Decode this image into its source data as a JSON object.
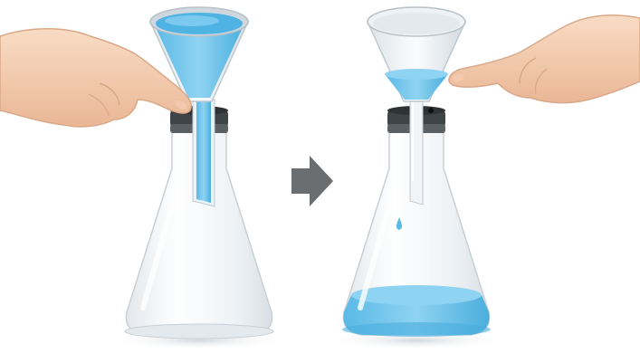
{
  "diagram": {
    "panels": [
      {
        "state": "before",
        "funnel_fill": "full",
        "hand_touch": "funnel",
        "flask_water": "none"
      },
      {
        "state": "after",
        "funnel_fill": "partial",
        "hand_touch": "none",
        "flask_water": "bottom"
      }
    ],
    "arrow_direction": "right",
    "colors": {
      "water": "#6cc3ea",
      "water_dark": "#3ea7da",
      "glass": "#f2f5f7",
      "stopper": "#3f4447",
      "arrow": "#6b6e70",
      "skin": "#f6d3b8"
    },
    "icons": [
      "hand-pointing-right-icon",
      "arrow-right-icon",
      "hand-pointing-left-icon"
    ]
  }
}
